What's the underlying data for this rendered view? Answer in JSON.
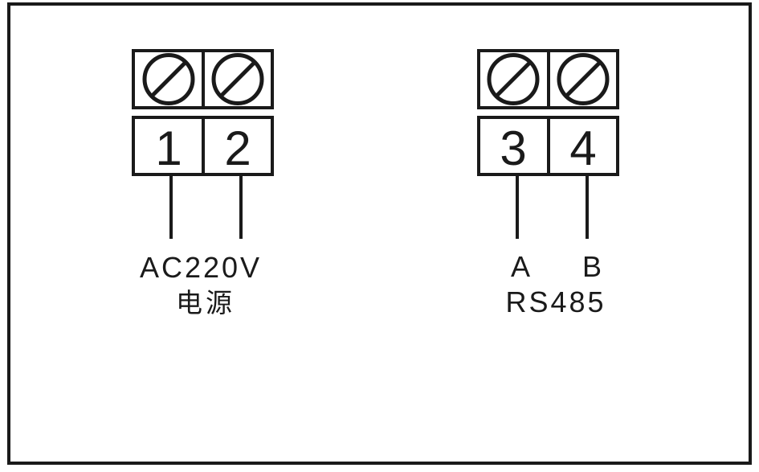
{
  "terminal_blocks": [
    {
      "id": "power",
      "terminals": [
        {
          "number": "1",
          "wire_label": ""
        },
        {
          "number": "2",
          "wire_label": ""
        }
      ],
      "caption_lines": [
        "AC220V",
        "电源"
      ]
    },
    {
      "id": "rs485",
      "terminals": [
        {
          "number": "3",
          "wire_label": "A"
        },
        {
          "number": "4",
          "wire_label": "B"
        }
      ],
      "caption_lines": [
        "RS485"
      ]
    }
  ],
  "colors": {
    "stroke": "#1a1a1a",
    "background": "#ffffff"
  }
}
